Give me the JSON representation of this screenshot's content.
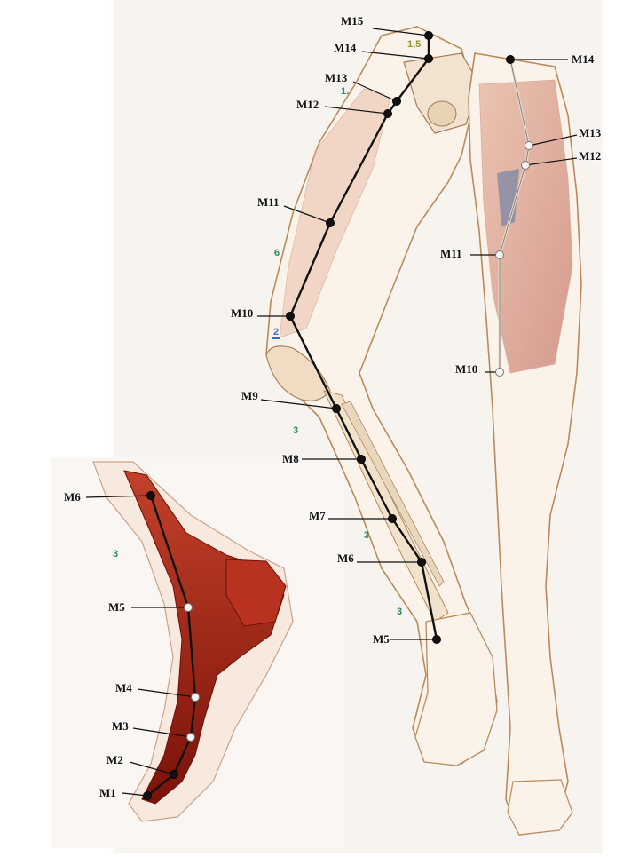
{
  "colors": {
    "skin_outline": "#b98b5c",
    "skin_fill": "#fbf3ea",
    "muscle": "#c1503a",
    "muscle_dark": "#8b1d12",
    "bone": "#e8d3b5",
    "route_line": "#111111",
    "marker_dark": "#111111",
    "marker_light": "#f4f4f4",
    "zone_number": "#2e8b57",
    "zone_number_blue": "#2a6fd6"
  },
  "main_leg": {
    "points": [
      "M15",
      "M14",
      "M13",
      "M12",
      "M11",
      "M10",
      "M9",
      "M8",
      "M7",
      "M6",
      "M5"
    ]
  },
  "front_leg": {
    "points": [
      "M14",
      "M13",
      "M12",
      "M11",
      "M10"
    ]
  },
  "foot": {
    "points": [
      "M6",
      "M5",
      "M4",
      "M3",
      "M2",
      "M1"
    ]
  },
  "zone_numbers": {
    "n_1_5": "1,5",
    "n_1": "1.",
    "n_6": "6",
    "n_2": "2",
    "n_3a": "3",
    "n_3b": "3",
    "n_3c": "3",
    "n_3_foot": "3"
  }
}
